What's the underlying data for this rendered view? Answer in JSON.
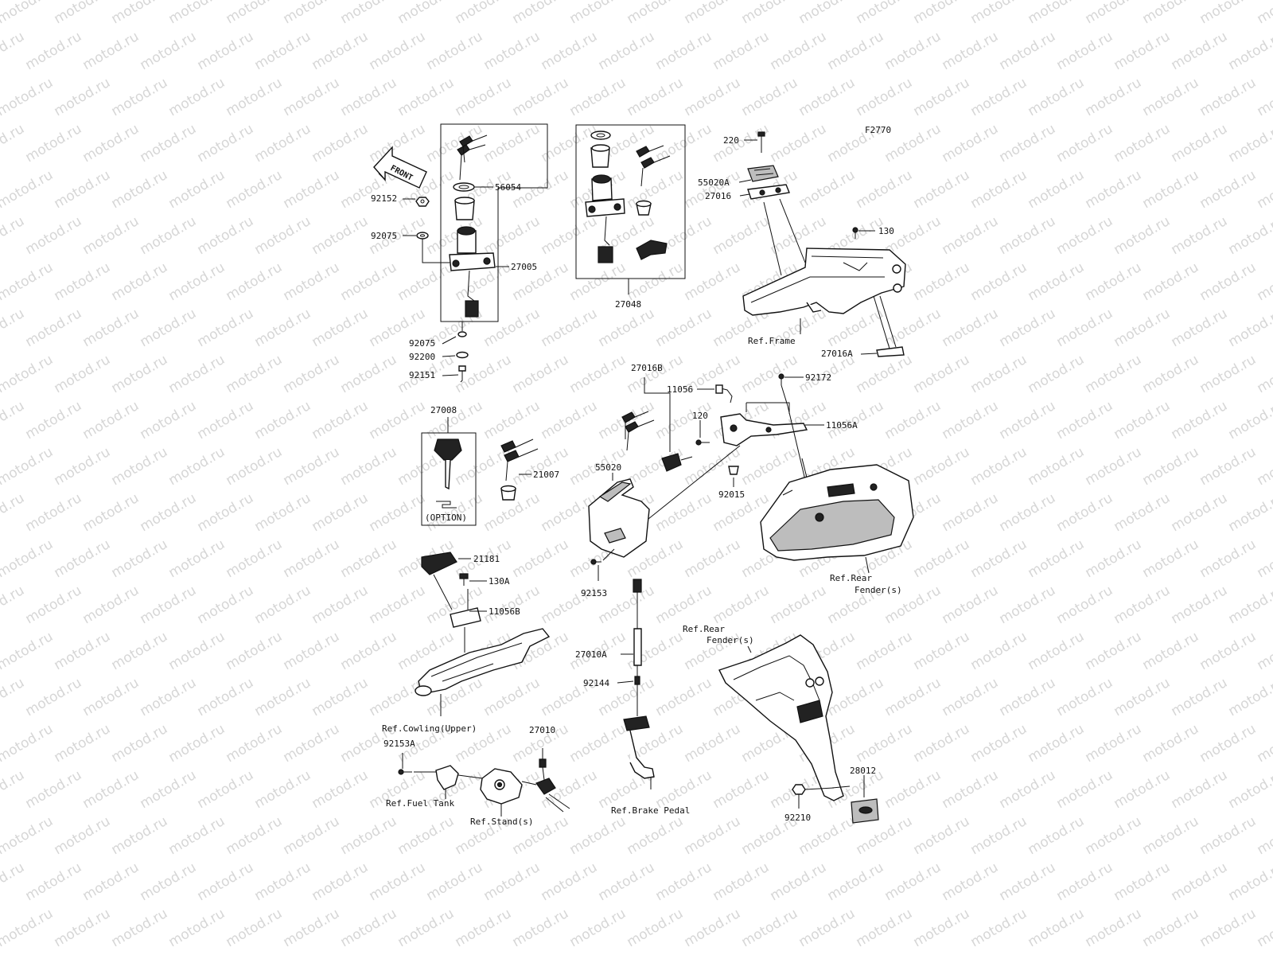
{
  "figure_code": "F2770",
  "watermark": "motod.ru",
  "front_arrow": "FRONT",
  "box_label_27008": "27008",
  "option_label": "(OPTION)",
  "labels": {
    "l56054": "56054",
    "l92152": "92152",
    "l92075a": "92075",
    "l27005": "27005",
    "l92075b": "92075",
    "l92200": "92200",
    "l92151": "92151",
    "l27048": "27048",
    "l220": "220",
    "l55020A": "55020A",
    "l27016": "27016",
    "l130": "130",
    "lRefFrame": "Ref.Frame",
    "l27016A": "27016A",
    "l27016B": "27016B",
    "l11056": "11056",
    "l92172": "92172",
    "l120": "120",
    "l11056A": "11056A",
    "l21007": "21007",
    "l55020": "55020",
    "l92015": "92015",
    "lRefRear1a": "Ref.Rear",
    "lRefRear1b": "Fender(s)",
    "l21181": "21181",
    "l130A": "130A",
    "l92153": "92153",
    "l11056B": "11056B",
    "lRefRear2a": "Ref.Rear",
    "lRefRear2b": "Fender(s)",
    "l27010A": "27010A",
    "l92144": "92144",
    "lRefCowling": "Ref.Cowling(Upper)",
    "l27010": "27010",
    "l92153A": "92153A",
    "lRefFuel": "Ref.Fuel Tank",
    "lRefStand": "Ref.Stand(s)",
    "lRefBrake": "Ref.Brake Pedal",
    "l28012": "28012",
    "l92210": "92210"
  },
  "icons": [
    "key-icon",
    "ignition-switch-icon",
    "seat-lock-icon",
    "frame-icon",
    "rear-fender-icon",
    "bracket-icon",
    "bolt-icon",
    "washer-icon"
  ]
}
